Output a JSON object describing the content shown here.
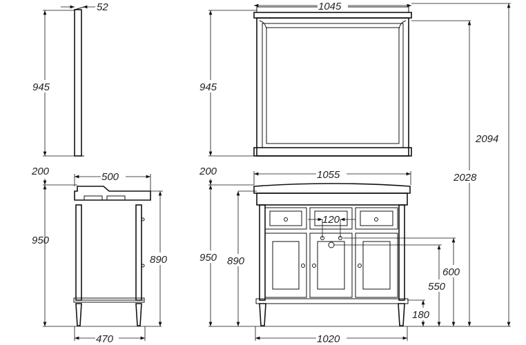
{
  "drawing": {
    "side_view": {
      "mirror_depth": "52",
      "mirror_height": "945",
      "gap": "200",
      "cabinet_height_total": "950",
      "top_depth": "500",
      "cabinet_height": "890",
      "base_depth": "470"
    },
    "front_view": {
      "mirror_width": "1045",
      "mirror_height": "945",
      "gap": "200",
      "top_width": "1055",
      "cabinet_height_total": "950",
      "cabinet_height": "890",
      "pipe_spacing": "120",
      "base_width": "1020",
      "overall_height": "2094",
      "mirror_top_height": "2028",
      "pipe_height_1": "600",
      "pipe_height_2": "550",
      "leg_height": "180"
    }
  }
}
